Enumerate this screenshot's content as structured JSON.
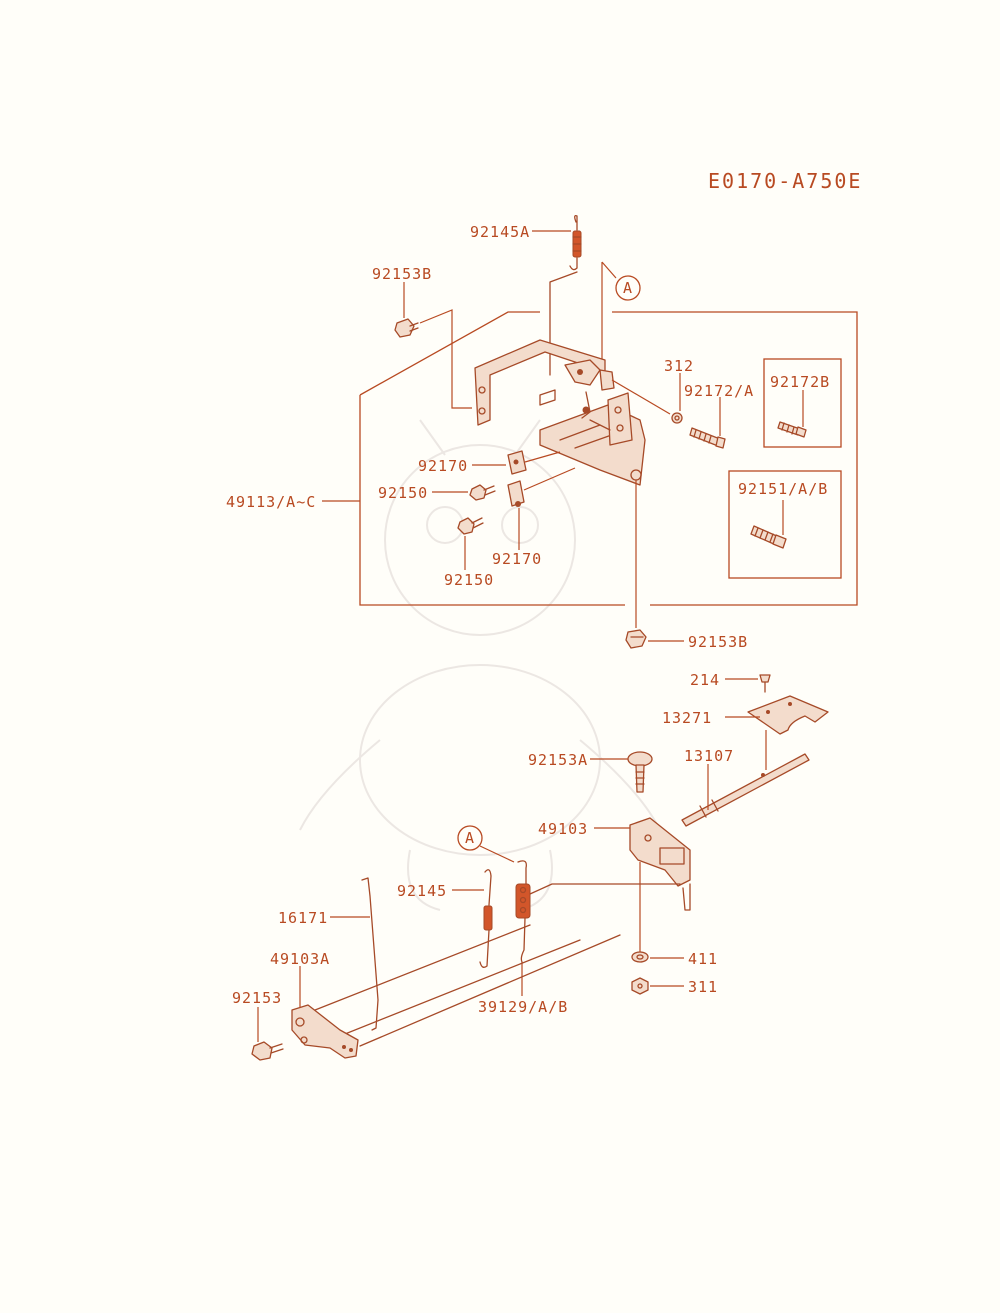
{
  "diagram": {
    "title": "E0170-A750E",
    "callout_letter": "A",
    "colors": {
      "ink": "#b84a22",
      "line": "#a64a28",
      "spring": "#d2562a",
      "background": "#fffef9"
    },
    "labels": {
      "l_92145A": "92145A",
      "l_92153B_top": "92153B",
      "l_312": "312",
      "l_92172A": "92172/A",
      "l_92172B": "92172B",
      "l_92170_top": "92170",
      "l_92150_mid": "92150",
      "l_49113": "49113/A~C",
      "l_92151": "92151/A/B",
      "l_92170_bot": "92170",
      "l_92150_bot": "92150",
      "l_92153B_bot": "92153B",
      "l_214": "214",
      "l_13271": "13271",
      "l_92153A": "92153A",
      "l_13107": "13107",
      "l_49103": "49103",
      "l_92145": "92145",
      "l_16171": "16171",
      "l_49103A": "49103A",
      "l_411": "411",
      "l_311": "311",
      "l_92153": "92153",
      "l_39129": "39129/A/B"
    }
  }
}
